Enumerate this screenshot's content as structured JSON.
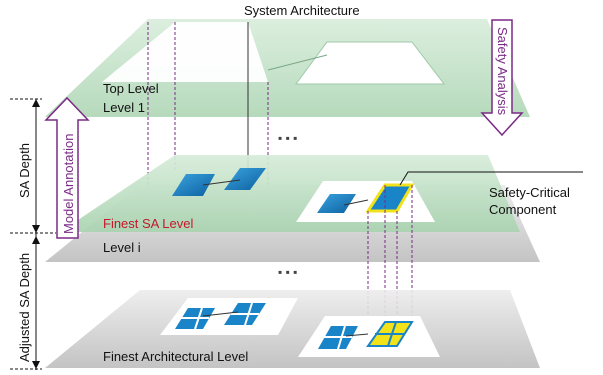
{
  "diagram": {
    "title": "System Architecture",
    "levels": {
      "top": "Top Level",
      "level1": "Level 1",
      "finest_sa": "Finest SA Level",
      "level_i": "Level i",
      "finest_arch": "Finest Architectural Level"
    },
    "ellipsis_top": "▪ ▪ ▪",
    "ellipsis_bottom": "▪ ▪ ▪",
    "arrows": {
      "safety_analysis": "Safety Analysis",
      "model_annotation": "Model Annotation"
    },
    "depths": {
      "sa_depth": "SA Depth",
      "adjusted_sa_depth": "Adjusted SA Depth"
    },
    "callout": {
      "line1": "Safety-Critical",
      "line2": "Component"
    },
    "colors": {
      "green_plane": "#bfe0c4",
      "grey_plane": "#d4d4d4",
      "blue_component": "#1a84c8",
      "highlight": "#f2e21a",
      "purple": "#7a2a86",
      "red_label": "#c4182b"
    }
  }
}
